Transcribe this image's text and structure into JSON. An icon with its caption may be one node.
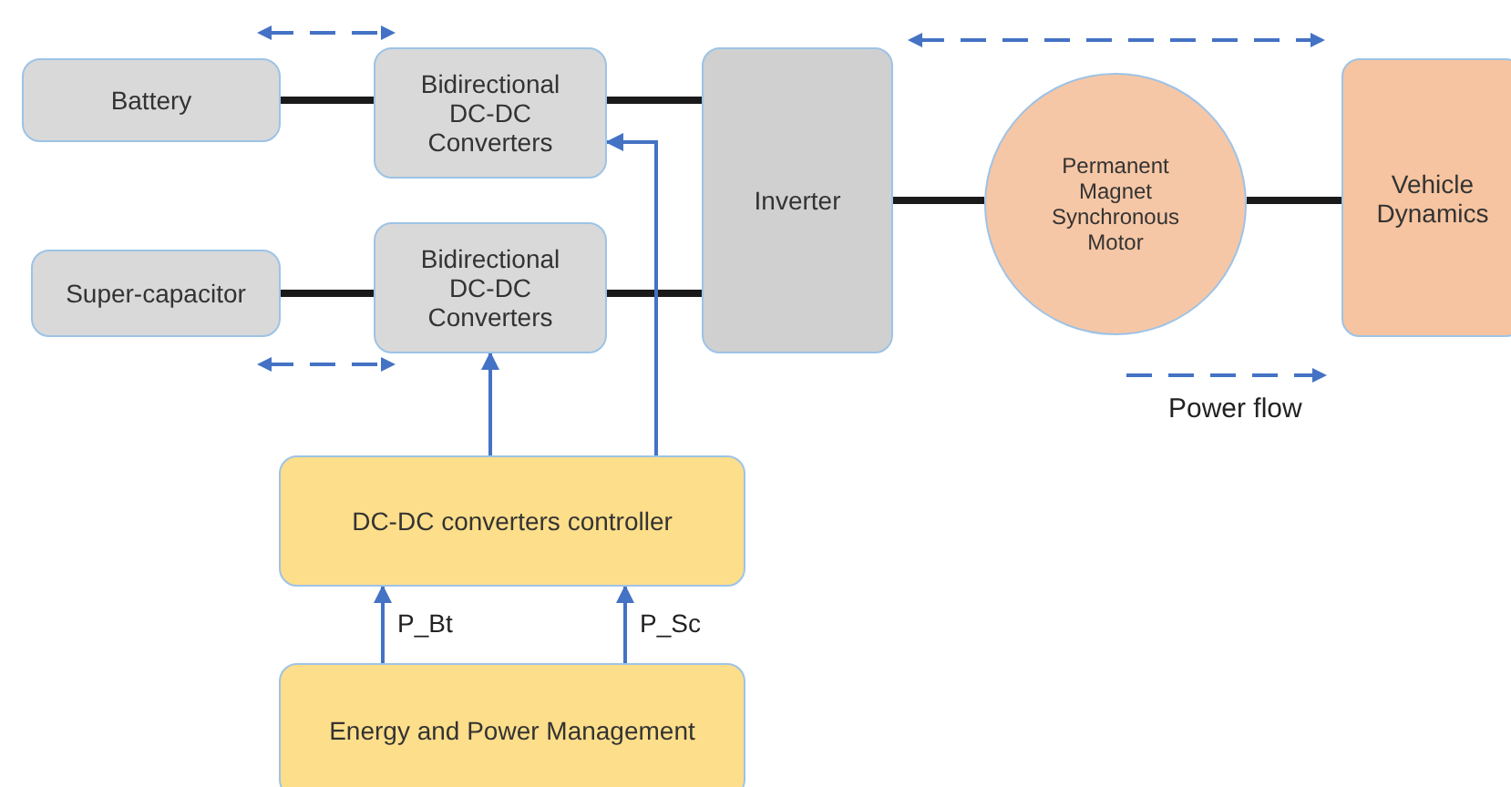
{
  "diagram": {
    "nodes": [
      {
        "text": [
          "Battery"
        ]
      },
      {
        "text": [
          "Bidirectional DC-DC Converters"
        ]
      },
      {
        "text": [
          "Super-capacitor"
        ]
      },
      {
        "text": [
          "Bidirectional DC-DC Converters"
        ]
      },
      {
        "text": [
          "Inverter"
        ]
      },
      {
        "text": [
          "Permanent Magnet Synchronous Motor"
        ]
      },
      {
        "text": [
          "Vehicle Dynamics"
        ]
      },
      {
        "text": [
          "DC-DC converters controller"
        ]
      },
      {
        "text": [
          "Energy and Power Management"
        ]
      }
    ],
    "edges": [
      {
        "from": 0,
        "to": 1,
        "arrow": "none"
      },
      {
        "from": 1,
        "to": 4,
        "arrow": "none"
      },
      {
        "from": 2,
        "to": 3,
        "arrow": "none"
      },
      {
        "from": 3,
        "to": 4,
        "arrow": "none"
      },
      {
        "from": 4,
        "to": 5,
        "arrow": "none"
      },
      {
        "from": 5,
        "to": 6,
        "arrow": "none"
      },
      {
        "from": 7,
        "to": 3,
        "arrow": "to",
        "color": "#4472c4"
      },
      {
        "from": 7,
        "to": 1,
        "arrow": "to",
        "color": "#4472c4"
      },
      {
        "from": 8,
        "to": 7,
        "arrow": "to",
        "label": "P_Bt",
        "color": "#4472c4"
      },
      {
        "from": 8,
        "to": 7,
        "arrow": "to",
        "label": "P_Sc",
        "color": "#4472c4"
      }
    ],
    "legend": [
      {
        "text": "Power flow"
      }
    ]
  }
}
